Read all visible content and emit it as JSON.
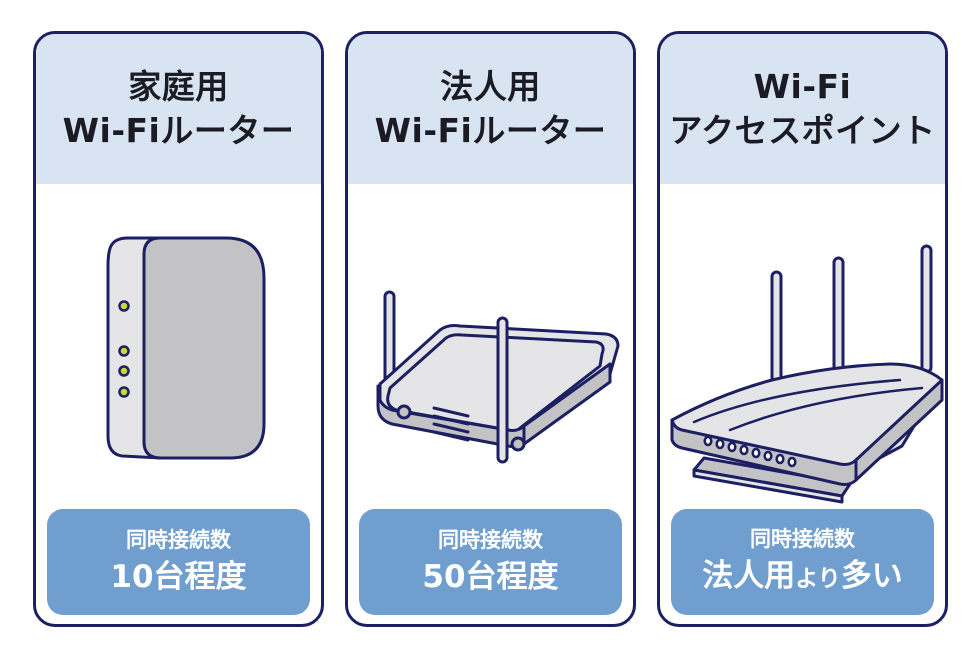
{
  "cards": [
    {
      "title_line1": "家庭用",
      "title_line2": "Wi-Fiルーター",
      "device_icon": "home-router",
      "badge_label": "同時接続数",
      "badge_value": "10台程度"
    },
    {
      "title_line1": "法人用",
      "title_line2": "Wi-Fiルーター",
      "device_icon": "business-router",
      "badge_label": "同時接続数",
      "badge_value": "50台程度"
    },
    {
      "title_line1": "Wi-Fi",
      "title_line2": "アクセスポイント",
      "device_icon": "access-point",
      "badge_label": "同時接続数",
      "badge_value_main": "法人用",
      "badge_value_small": "より",
      "badge_value_tail": "多い"
    }
  ],
  "colors": {
    "outline": "#1d1f63",
    "header_bg": "#d9e4f3",
    "badge_bg": "#6f9ecf",
    "device_body": "#c3c3c6",
    "device_side": "#e5e5e7",
    "led": "#c7dc3a"
  }
}
